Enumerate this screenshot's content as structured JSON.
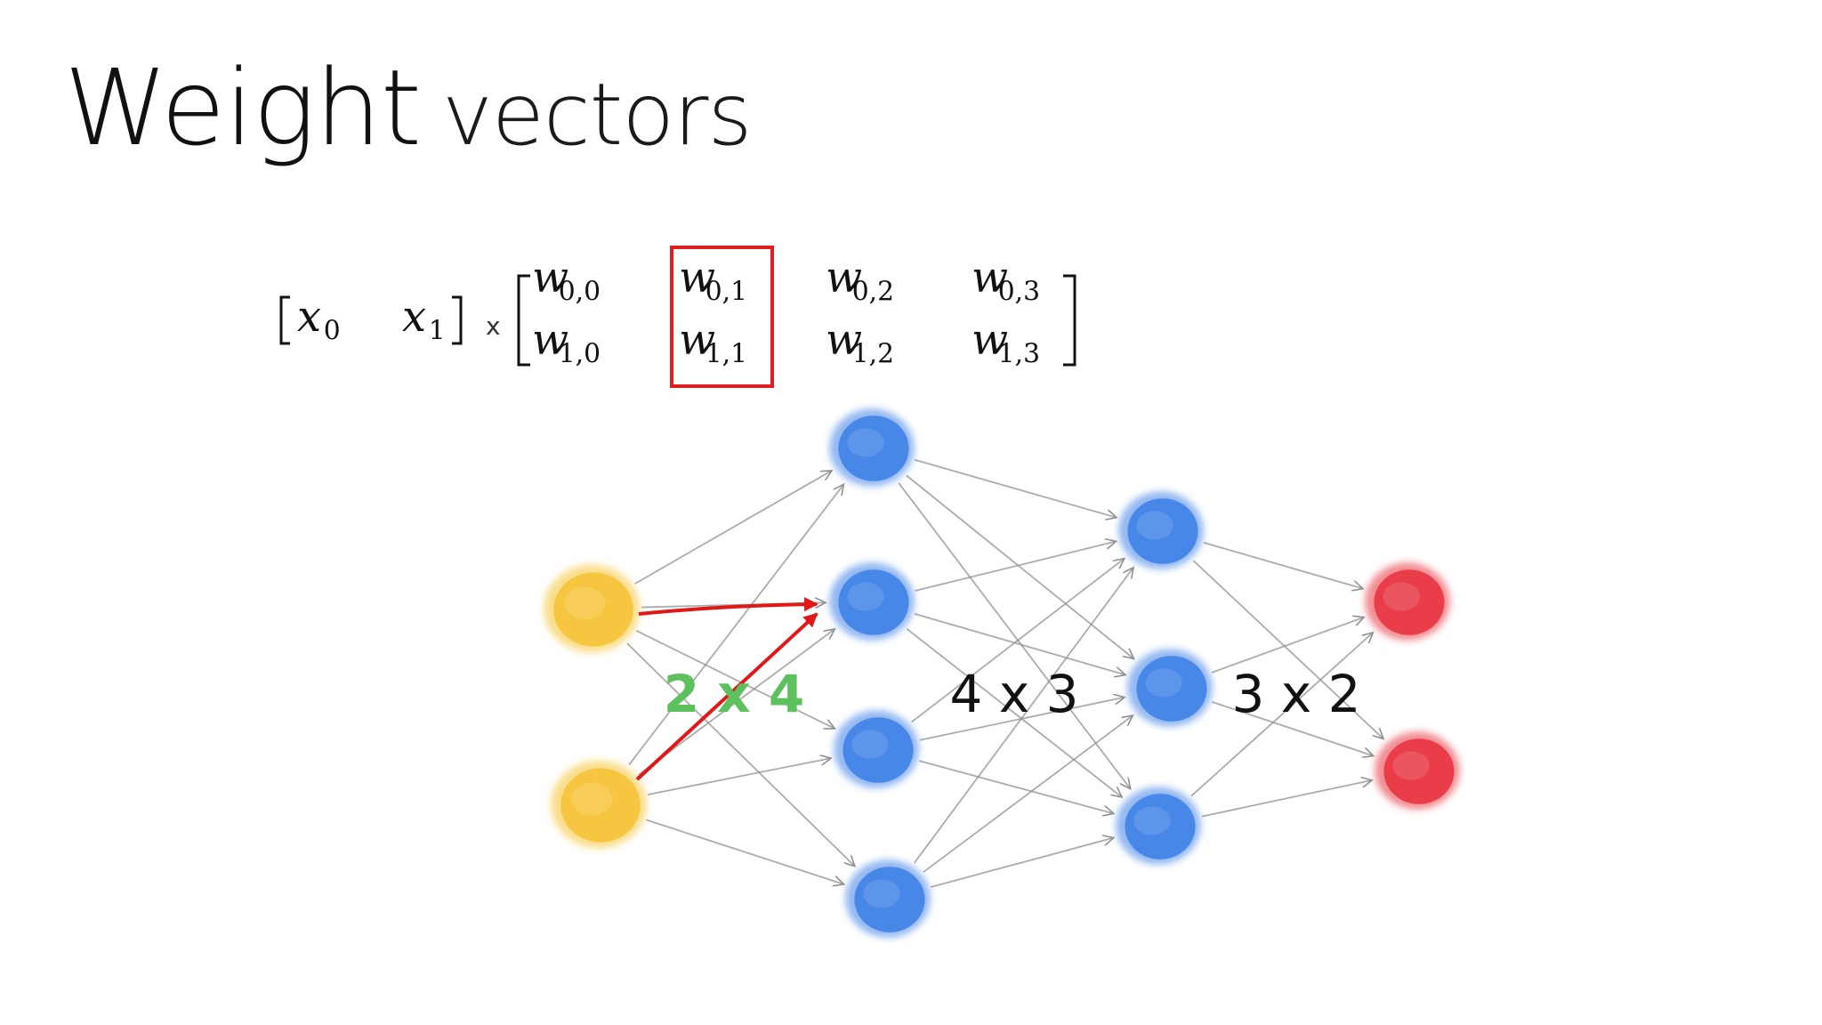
{
  "slide": {
    "title_main": "Weight",
    "title_rest": "vectors"
  },
  "equation": {
    "input_vector": [
      {
        "symbol": "x",
        "subscript": "0"
      },
      {
        "symbol": "x",
        "subscript": "1"
      }
    ],
    "operator": "x",
    "weight_matrix": [
      [
        {
          "symbol": "w",
          "subscript": "0,0"
        },
        {
          "symbol": "w",
          "subscript": "0,1"
        },
        {
          "symbol": "w",
          "subscript": "0,2"
        },
        {
          "symbol": "w",
          "subscript": "0,3"
        }
      ],
      [
        {
          "symbol": "w",
          "subscript": "1,0"
        },
        {
          "symbol": "w",
          "subscript": "1,1"
        },
        {
          "symbol": "w",
          "subscript": "1,2"
        },
        {
          "symbol": "w",
          "subscript": "1,3"
        }
      ]
    ],
    "highlighted_column": 1,
    "highlight_color": "#e02020"
  },
  "network": {
    "layers": [
      {
        "name": "input",
        "size": 2,
        "color": "#f5c232"
      },
      {
        "name": "hidden-1",
        "size": 4,
        "color": "#3a7ee6"
      },
      {
        "name": "hidden-2",
        "size": 3,
        "color": "#3a7ee6"
      },
      {
        "name": "output",
        "size": 2,
        "color": "#e8303c"
      }
    ],
    "dimension_labels": [
      {
        "text": "2 x 4",
        "color": "#5cc05c"
      },
      {
        "text": "4 x 3",
        "color": "#111111"
      },
      {
        "text": "3 x 2",
        "color": "#111111"
      }
    ],
    "highlighted_target": {
      "layer": 1,
      "node": 1
    },
    "highlight_arrow_color": "#e01818",
    "edge_color": "#8f8f8f"
  }
}
